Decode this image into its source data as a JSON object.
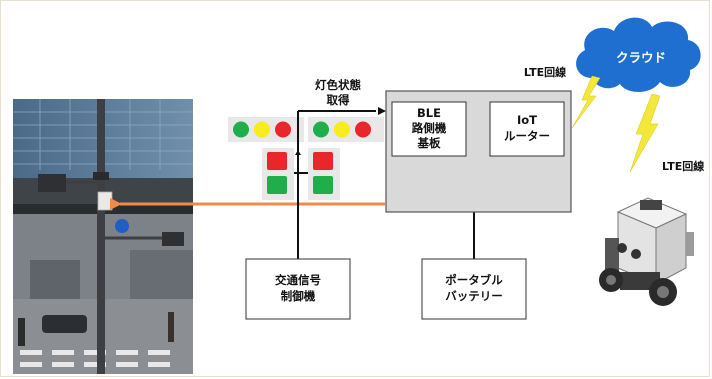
{
  "labels": {
    "light_status": [
      "灯色状態",
      "取得"
    ],
    "ble_board": [
      "BLE",
      "路側機",
      "基板"
    ],
    "iot_router": [
      "IoT",
      "ルーター"
    ],
    "signal_controller": [
      "交通信号",
      "制御機"
    ],
    "portable_battery": [
      "ポータブル",
      "バッテリー"
    ],
    "cloud": "クラウド",
    "lte_left": "LTE回線",
    "lte_right": "LTE回線"
  },
  "colors": {
    "cloud": "#1f6fd1",
    "lightning": "#f3e83a",
    "orange_arrow": "#f08a48",
    "box_fill": "#d9d9d9",
    "signal_red": "#e8262b",
    "signal_yellow": "#f6ec1e",
    "signal_green": "#1fae4a"
  }
}
